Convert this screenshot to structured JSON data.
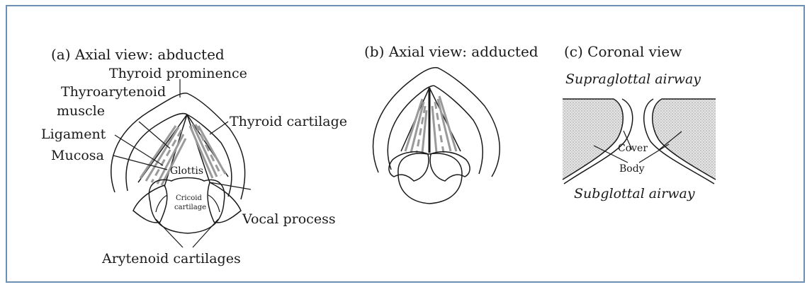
{
  "panels": {
    "a": {
      "title": "(a) Axial view: abducted",
      "labels": {
        "thyroid_prominence": "Thyroid prominence",
        "thyroarytenoid_1": "Thyroarytenoid",
        "thyroarytenoid_2": "muscle",
        "thyroid_cartilage": "Thyroid cartilage",
        "ligament": "Ligament",
        "mucosa": "Mucosa",
        "glottis": "Glottis",
        "cricoid_1": "Cricoid",
        "cricoid_2": "cartilage",
        "vocal_process": "Vocal process",
        "arytenoid_cartilages": "Arytenoid cartilages"
      }
    },
    "b": {
      "title": "(b) Axial view: adducted"
    },
    "c": {
      "title": "(c) Coronal view",
      "labels": {
        "supraglottal": "Supraglottal airway",
        "cover": "Cover",
        "body": "Body",
        "subglottal": "Subglottal airway"
      }
    }
  }
}
